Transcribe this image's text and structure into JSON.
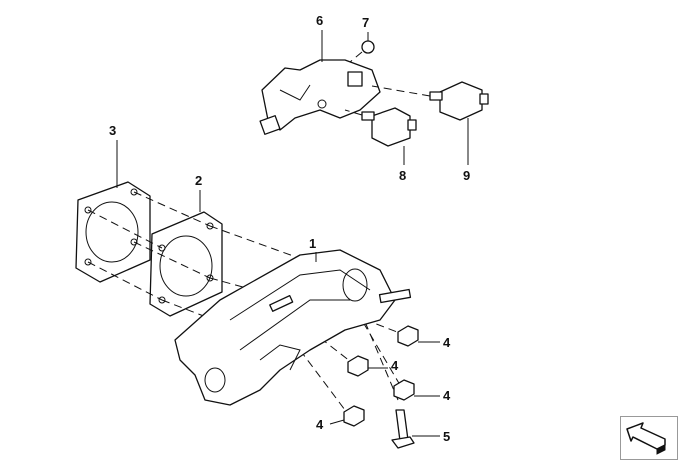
{
  "diagram": {
    "callouts": [
      {
        "id": "part-1",
        "number": "1"
      },
      {
        "id": "part-2",
        "number": "2"
      },
      {
        "id": "part-3",
        "number": "3"
      },
      {
        "id": "part-4a",
        "number": "4"
      },
      {
        "id": "part-4b",
        "number": "4"
      },
      {
        "id": "part-4c",
        "number": "4"
      },
      {
        "id": "part-4d",
        "number": "4"
      },
      {
        "id": "part-5",
        "number": "5"
      },
      {
        "id": "part-6",
        "number": "6"
      },
      {
        "id": "part-7",
        "number": "7"
      },
      {
        "id": "part-8",
        "number": "8"
      },
      {
        "id": "part-9",
        "number": "9"
      }
    ],
    "nav_icon": "arrow-back-icon"
  }
}
